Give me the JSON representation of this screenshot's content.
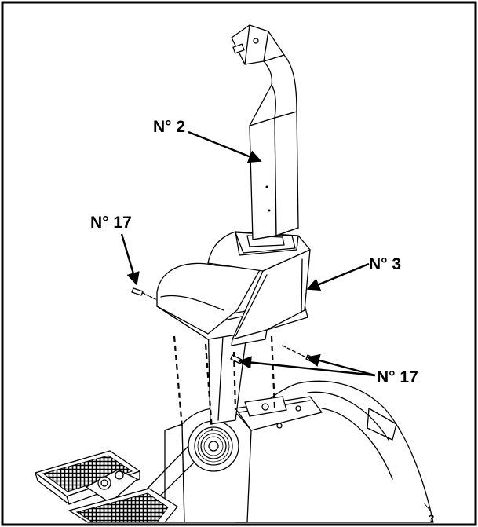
{
  "labels": {
    "part_2": "N° 2",
    "part_3": "N° 3",
    "part_17_left": "N° 17",
    "part_17_right": "N° 17"
  },
  "colors": {
    "line": "#000000",
    "background": "#ffffff"
  }
}
